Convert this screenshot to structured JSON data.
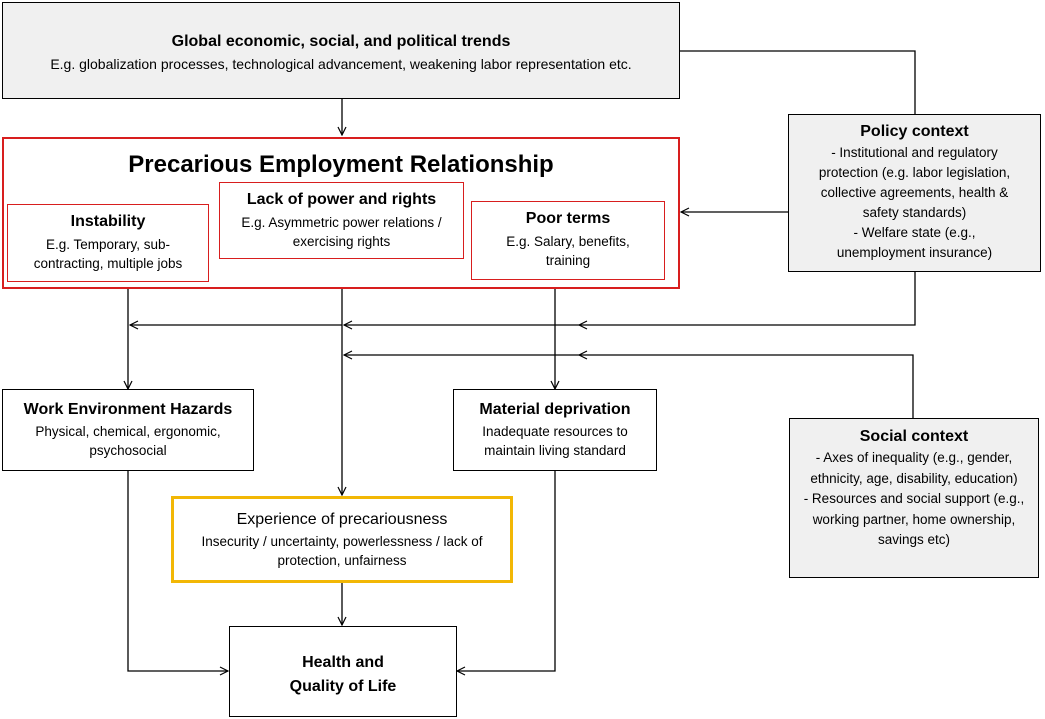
{
  "global_trends": {
    "title": "Global economic, social, and political trends",
    "text": "E.g. globalization processes, technological advancement, weakening labor representation etc."
  },
  "precarious_employment": {
    "title": "Precarious Employment Relationship",
    "instability": {
      "title": "Instability",
      "text": "E.g. Temporary, sub-contracting, multiple jobs"
    },
    "lack_of_power": {
      "title": "Lack of power and rights",
      "text": "E.g. Asymmetric power relations / exercising  rights"
    },
    "poor_terms": {
      "title": "Poor terms",
      "text": "E.g. Salary, benefits, training"
    }
  },
  "policy_context": {
    "title": "Policy context",
    "text": "- Institutional and regulatory protection (e.g. labor legislation, collective agreements, health & safety standards)",
    "text2": "- Welfare state (e.g., unemployment insurance)"
  },
  "work_hazards": {
    "title": "Work Environment Hazards",
    "text": "Physical, chemical, ergonomic, psychosocial"
  },
  "material_deprivation": {
    "title": "Material deprivation",
    "text": "Inadequate resources to maintain living standard"
  },
  "social_context": {
    "title": "Social context",
    "text": "- Axes of inequality (e.g., gender, ethnicity, age, disability, education)",
    "text2": "- Resources and social support (e.g., working partner, home ownership, savings etc)"
  },
  "experience": {
    "title": "Experience of precariousness",
    "text": "Insecurity / uncertainty, powerlessness / lack of protection, unfairness"
  },
  "health": {
    "title": "Health and",
    "title2": "Quality of Life"
  }
}
